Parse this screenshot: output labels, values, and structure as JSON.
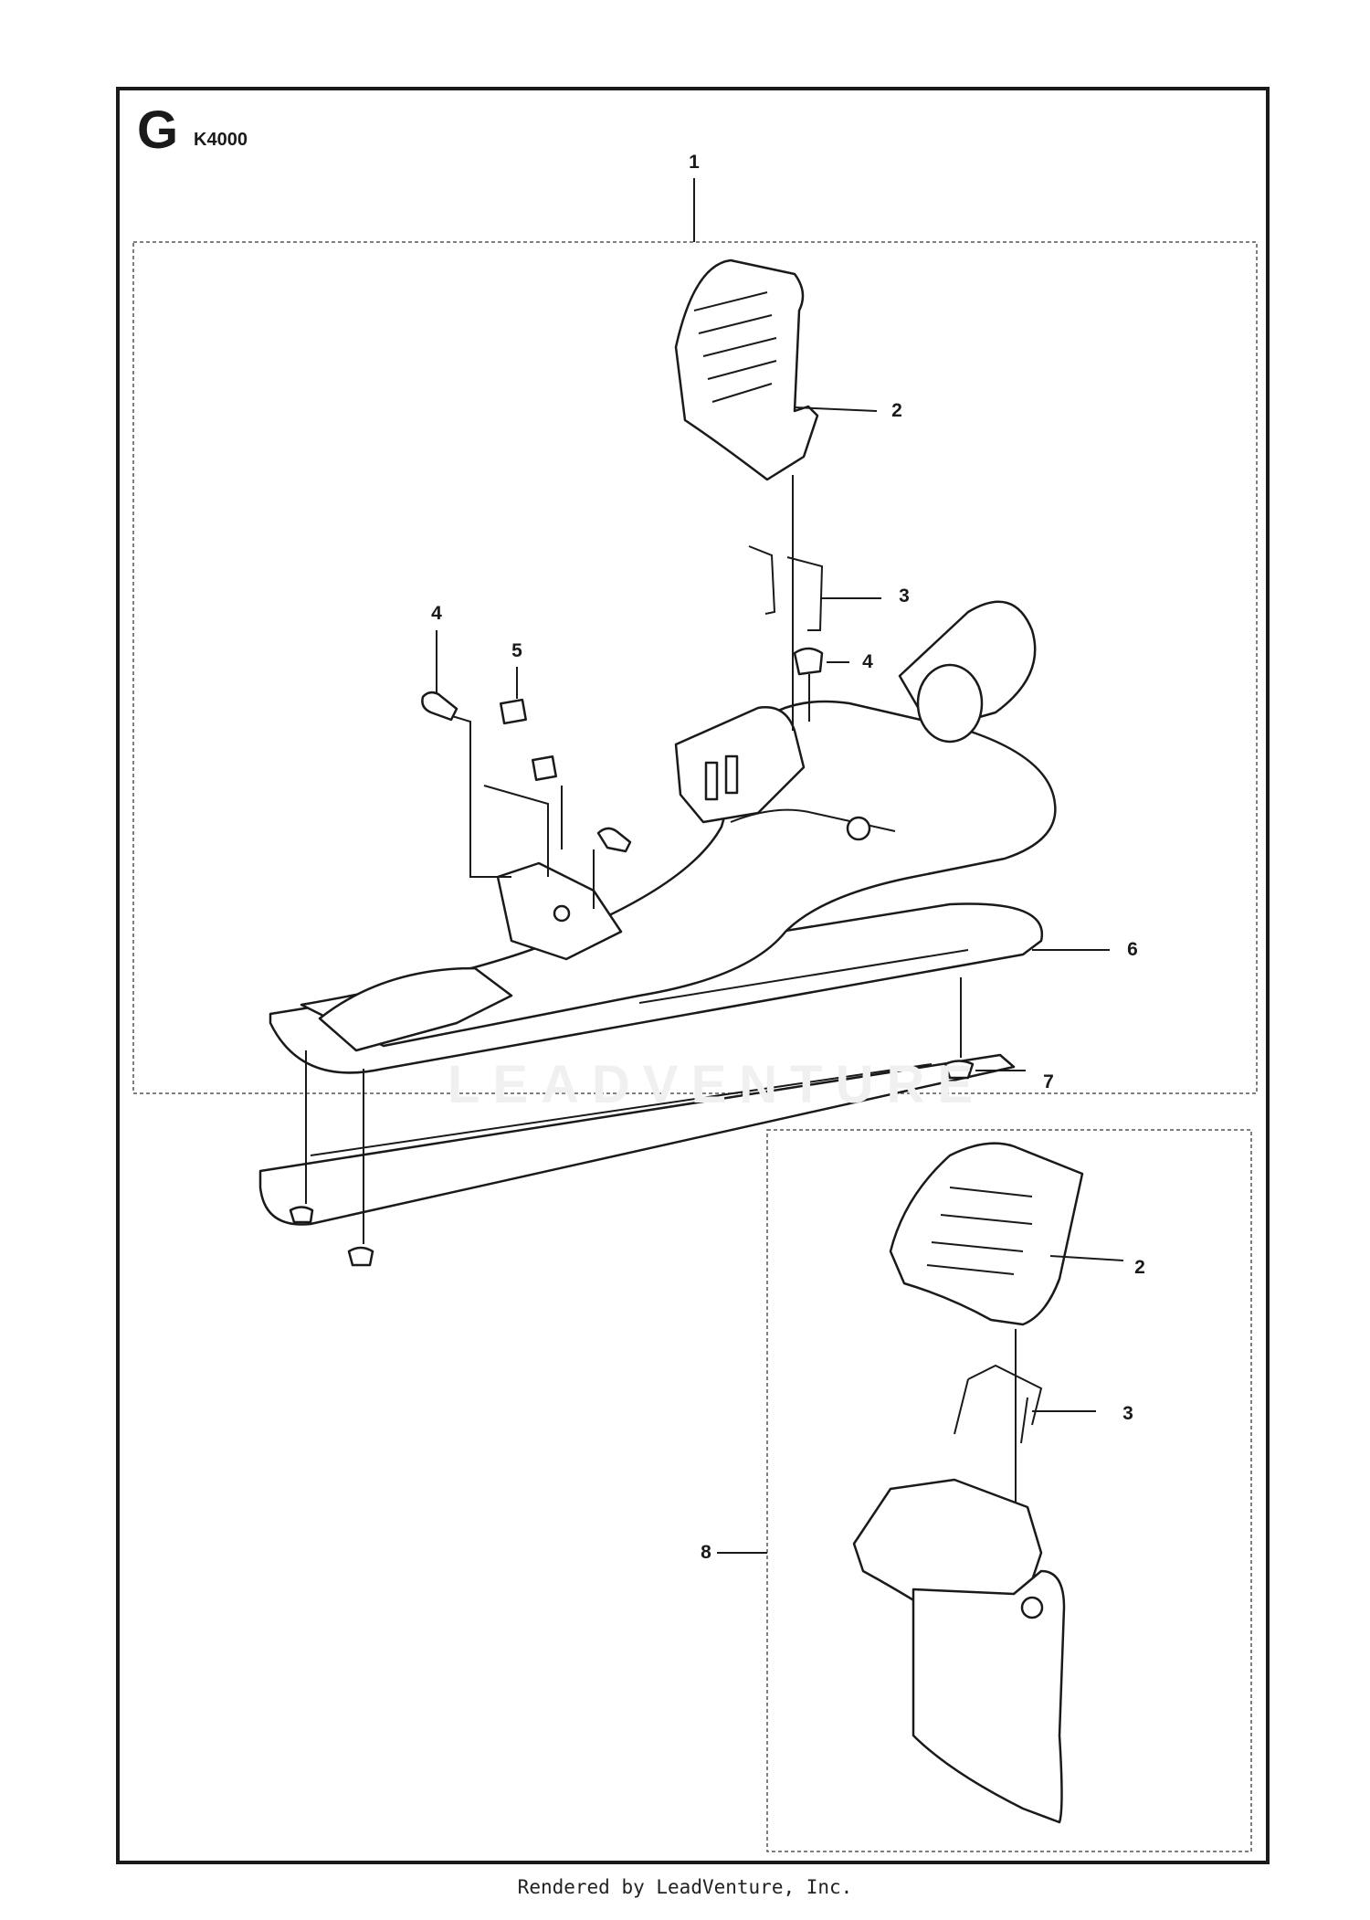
{
  "diagram": {
    "section_letter": "G",
    "model": "K4000",
    "callouts": {
      "c1": "1",
      "c2a": "2",
      "c3a": "3",
      "c4a": "4",
      "c4b": "4",
      "c5": "5",
      "c6": "6",
      "c7": "7",
      "c2b": "2",
      "c3b": "3",
      "c8": "8"
    },
    "watermark": "LEADVENTURE"
  },
  "footer": {
    "text": "Rendered by LeadVenture, Inc."
  }
}
